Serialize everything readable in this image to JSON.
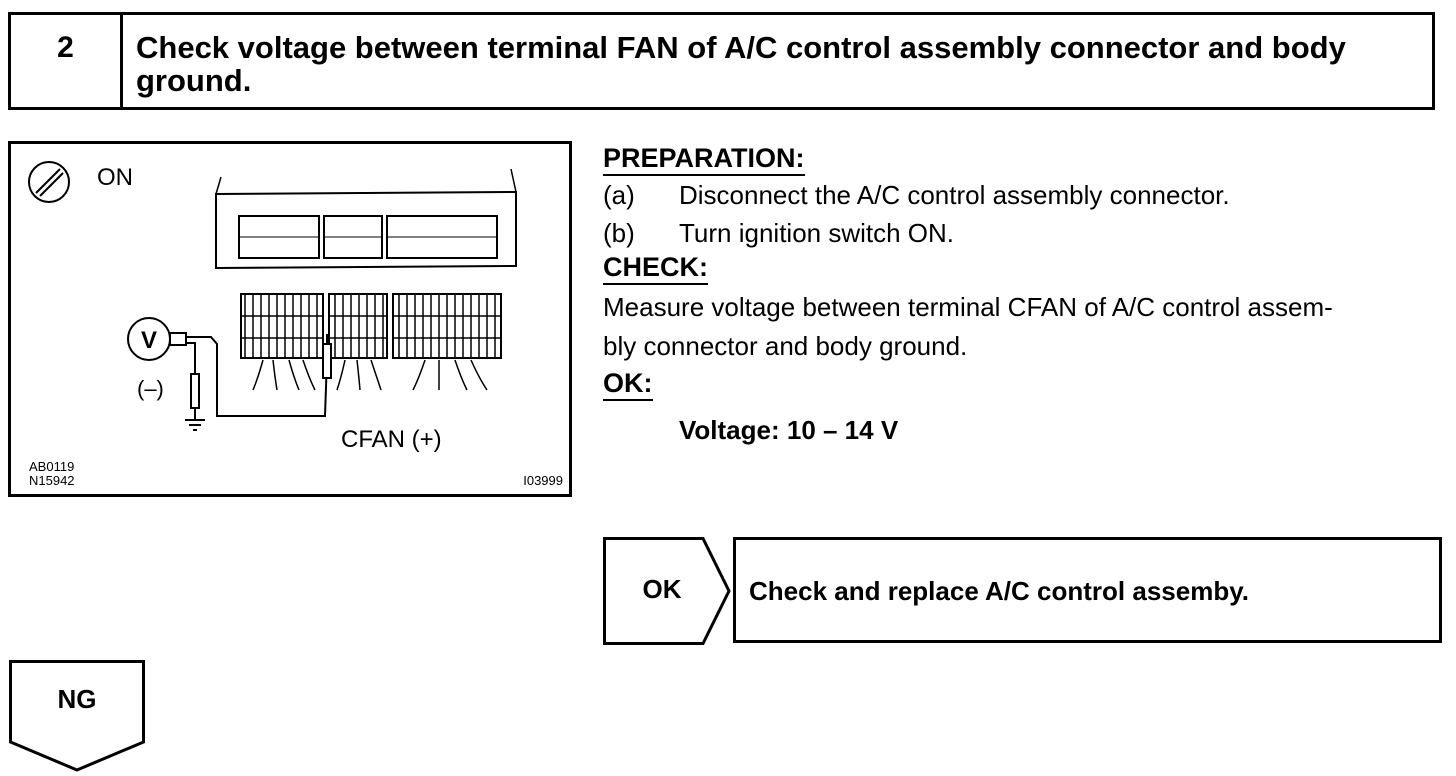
{
  "step": {
    "number": "2",
    "title": "Check voltage between terminal FAN of A/C control assembly connector and body ground."
  },
  "illustration": {
    "switch_label": "ON",
    "voltmeter_symbol": "V",
    "negative_label": "(–)",
    "terminal_label": "CFAN (+)",
    "code_1": "AB0119",
    "code_2": "N15942",
    "code_3": "I03999",
    "icons": [
      "ignition-key-icon",
      "voltmeter-icon",
      "ground-icon"
    ]
  },
  "preparation": {
    "heading": "PREPARATION:",
    "steps": [
      {
        "marker": "(a)",
        "text": "Disconnect the A/C control assembly connector."
      },
      {
        "marker": "(b)",
        "text": "Turn ignition switch ON."
      }
    ]
  },
  "check": {
    "heading": "CHECK:",
    "line_1": "Measure voltage between terminal CFAN of A/C control assem-",
    "line_2": "bly connector and body ground."
  },
  "ok_spec": {
    "heading": "OK:",
    "value": "Voltage: 10 – 14 V"
  },
  "results": {
    "ok_label": "OK",
    "ok_action": "Check and replace A/C control assemby.",
    "ng_label": "NG"
  }
}
